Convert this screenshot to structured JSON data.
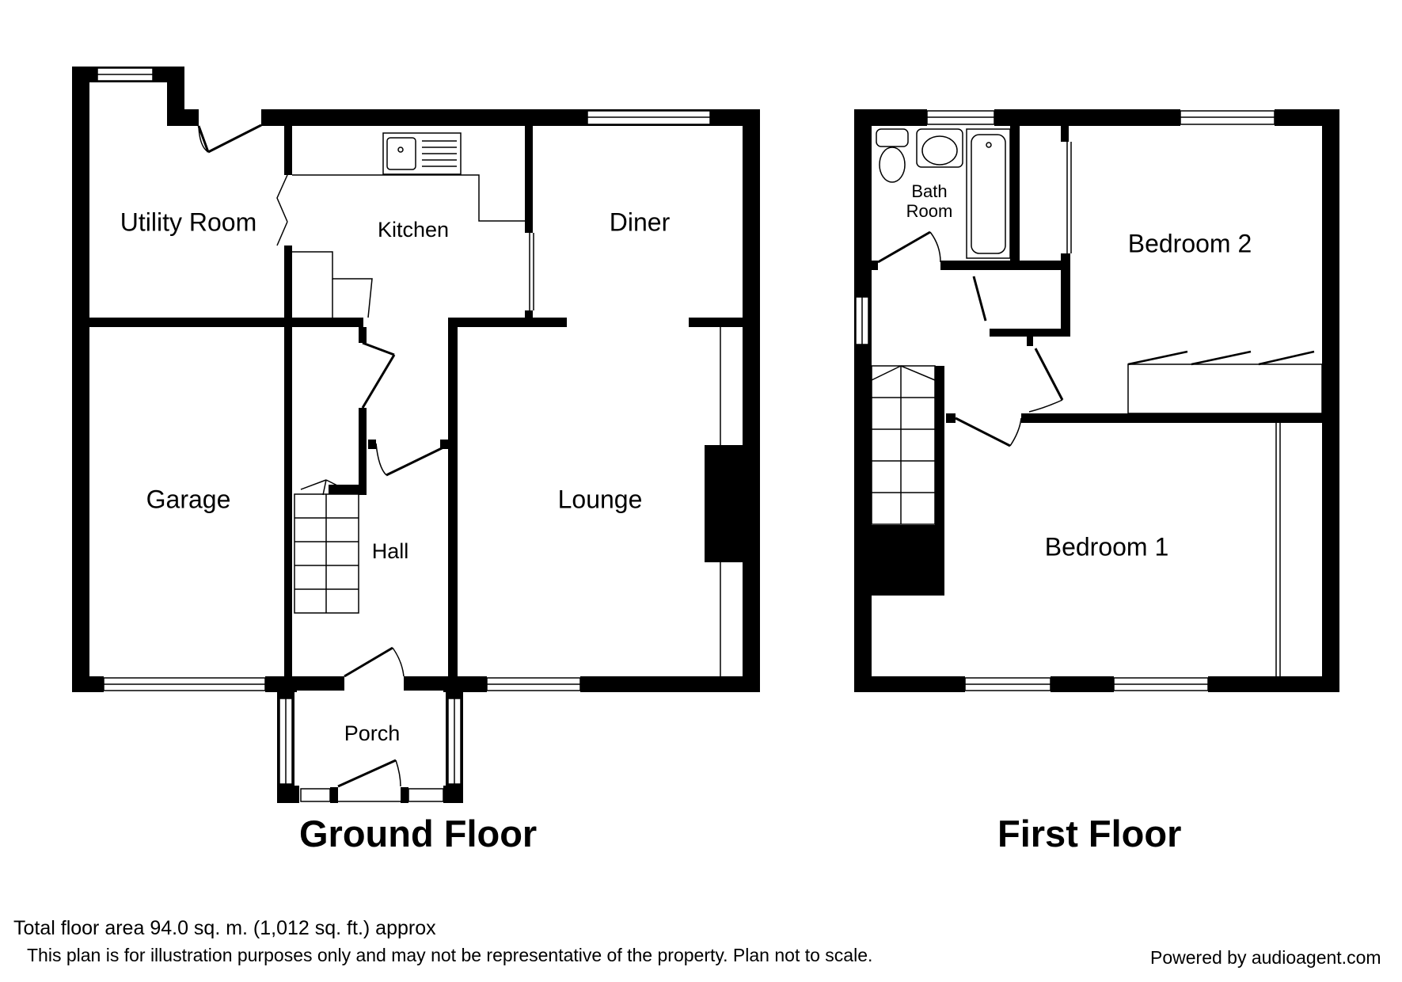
{
  "ground_floor": {
    "title": "Ground Floor",
    "rooms": {
      "utility": "Utility Room",
      "kitchen": "Kitchen",
      "diner": "Diner",
      "garage": "Garage",
      "lounge": "Lounge",
      "hall": "Hall",
      "porch": "Porch"
    }
  },
  "first_floor": {
    "title": "First Floor",
    "rooms": {
      "bath_line1": "Bath",
      "bath_line2": "Room",
      "bedroom2": "Bedroom 2",
      "bedroom1": "Bedroom 1"
    }
  },
  "footer": {
    "area": "Total floor area 94.0 sq. m. (1,012 sq. ft.) approx",
    "disclaimer": "This plan is for illustration purposes only and may not be representative of the property. Plan not to scale.",
    "credit": "Powered by audioagent.com"
  }
}
